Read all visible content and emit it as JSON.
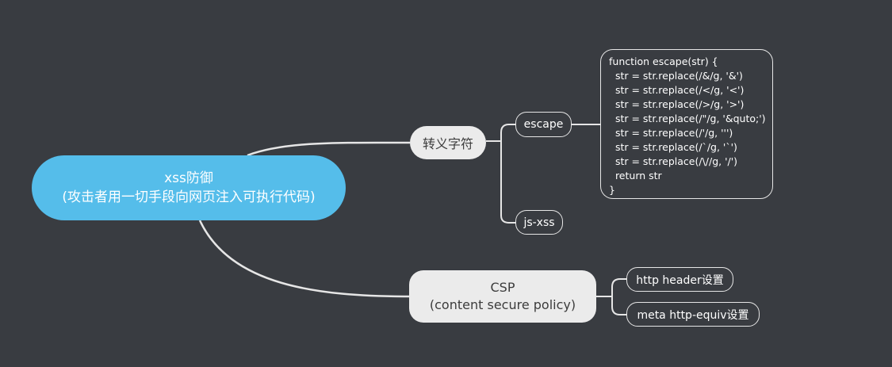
{
  "root": {
    "title": "xss防御",
    "subtitle": "(攻击者用一切手段向网页注入可执行代码)"
  },
  "branches": {
    "escape_group": {
      "label": "转义字符",
      "children": {
        "escape": "escape",
        "js_xss": "js-xss"
      }
    },
    "csp": {
      "title": "CSP",
      "subtitle": "(content secure policy)",
      "children": {
        "http_header": "http header设置",
        "meta_http_equiv": "meta http-equiv设置"
      }
    }
  },
  "code": {
    "lines": [
      "function escape(str) {",
      "  str = str.replace(/&/g, '&')",
      "  str = str.replace(/</g, '<')",
      "  str = str.replace(/>/g, '>')",
      "  str = str.replace(/\"/g, '&quto;')",
      "  str = str.replace(/'/g, ''')",
      "  str = str.replace(/`/g, '`')",
      "  str = str.replace(/\\//g, '/')",
      "  return str",
      "}"
    ]
  },
  "colors": {
    "background": "#393c41",
    "root_fill": "#55bdea",
    "branch_fill": "#ebebeb",
    "connector": "#e6e6e6"
  }
}
